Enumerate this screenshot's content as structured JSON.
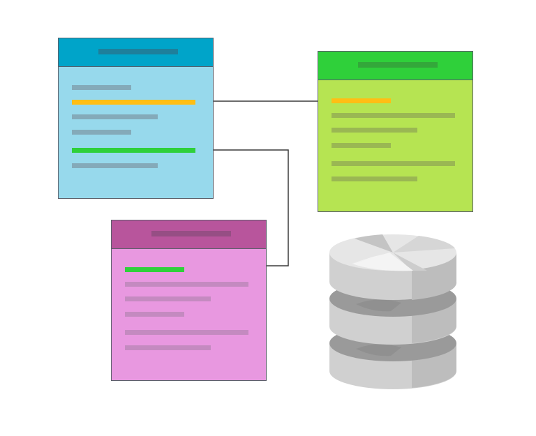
{
  "colors": {
    "background": "#ffffff",
    "border": "#5a5f6a",
    "connector": "#3a3a3a",
    "highlight_orange": "#ffbe14",
    "highlight_green": "#2fd03a"
  },
  "tables": [
    {
      "name": "table-blue",
      "header_color": "#00a4c9",
      "header_bar_color": "#1e7f9b",
      "body_color": "#97d9ec",
      "field_color": "#84aab9",
      "fields": [
        "plain",
        "orange-key",
        "plain",
        "plain",
        "green-key",
        "plain"
      ]
    },
    {
      "name": "table-green",
      "header_color": "#2fd03a",
      "header_bar_color": "#33a83a",
      "body_color": "#b6e452",
      "field_color": "#9ab753",
      "fields": [
        "orange-key",
        "plain",
        "plain",
        "plain",
        "plain",
        "plain"
      ]
    },
    {
      "name": "table-pink",
      "header_color": "#b8559c",
      "header_bar_color": "#964e84",
      "body_color": "#e898e0",
      "field_color": "#c48ac0",
      "fields": [
        "green-key",
        "plain",
        "plain",
        "plain",
        "plain",
        "plain"
      ]
    }
  ],
  "database_icon": {
    "icon": "database-cylinder-icon",
    "colors": [
      "#e6e6e6",
      "#d0d0d0",
      "#bdbdbd",
      "#9a9a9a",
      "#f4f4f4"
    ]
  }
}
